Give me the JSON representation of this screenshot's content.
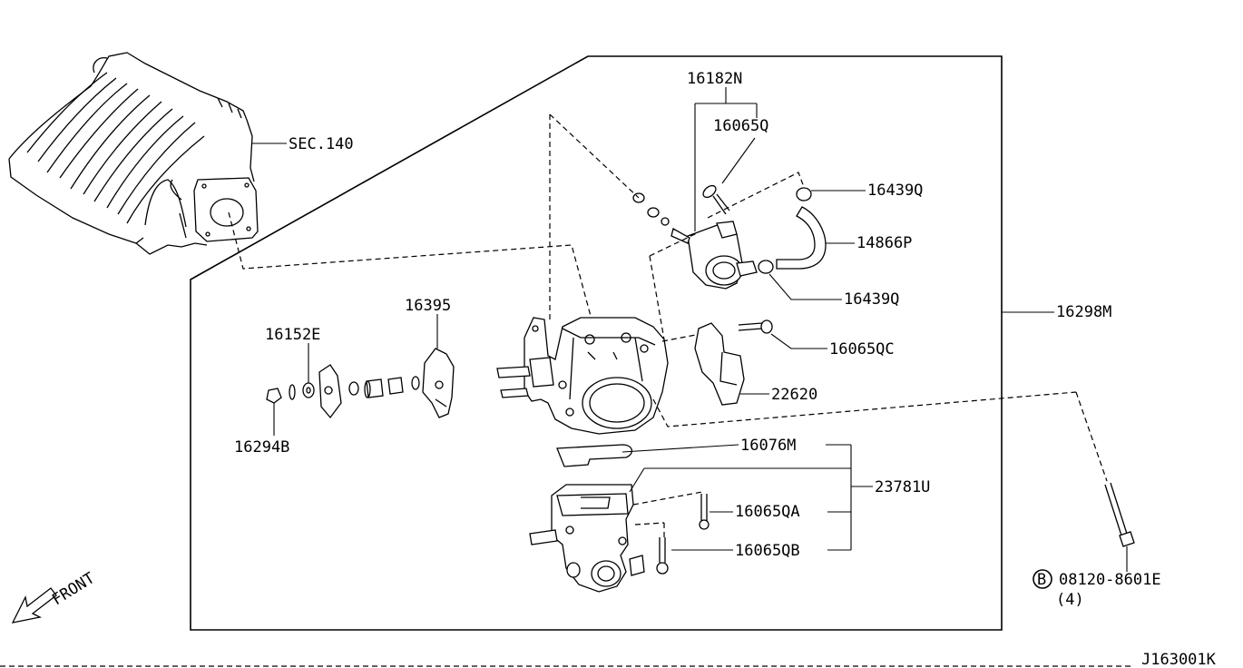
{
  "diagram": {
    "drawing_id": "J163001K",
    "front_label": "FRONT",
    "section_ref": "SEC.140",
    "parts": {
      "p16182N": "16182N",
      "p16065Q": "16065Q",
      "p16439Q_top": "16439Q",
      "p14866P": "14866P",
      "p16439Q_bottom": "16439Q",
      "p16298M": "16298M",
      "p16065QC": "16065QC",
      "p22620": "22620",
      "p16395": "16395",
      "p16152E": "16152E",
      "p16294B": "16294B",
      "p16076M": "16076M",
      "p23781U": "23781U",
      "p16065QA": "16065QA",
      "p16065QB": "16065QB",
      "bolt_symbol": "B",
      "bolt_code": "08120-8601E",
      "bolt_qty": "(4)"
    }
  }
}
